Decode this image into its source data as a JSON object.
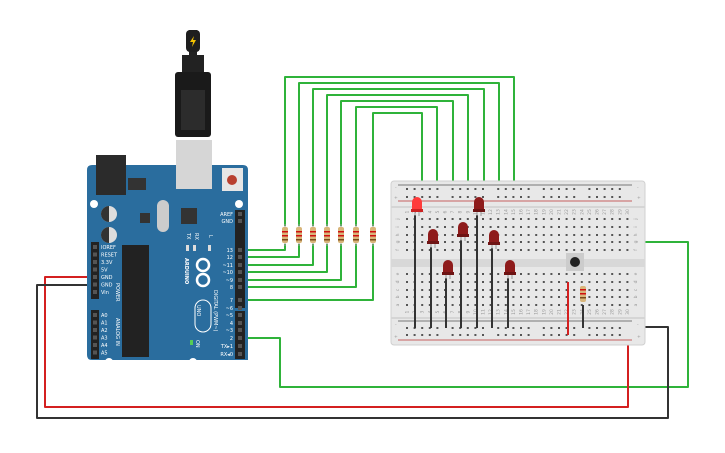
{
  "canvas": {
    "background": "#ffffff"
  },
  "arduino": {
    "brand": "ARDUINO",
    "model": "UNO",
    "board_color": "#2a6d9e",
    "digital_header_label": "DIGITAL (PWM~)",
    "digital_pins": [
      "AREF",
      "GND",
      "13",
      "12",
      "~11",
      "~10",
      "~9",
      "8",
      "7",
      "~6",
      "~5",
      "4",
      "~3",
      "2",
      "TX▸1",
      "RX◂0"
    ],
    "power_header_label": "POWER",
    "power_pins": [
      "IOREF",
      "RESET",
      "3.3V",
      "5V",
      "GND",
      "GND",
      "Vin"
    ],
    "analog_header_label": "ANALOG IN",
    "analog_pins": [
      "A0",
      "A1",
      "A2",
      "A3",
      "A4",
      "A5"
    ],
    "led_labels": {
      "tx": "TX",
      "rx": "RX",
      "l": "L",
      "on": "ON"
    }
  },
  "breadboard": {
    "row_labels_top": [
      "j",
      "i",
      "h",
      "g",
      "f"
    ],
    "row_labels_bottom": [
      "e",
      "d",
      "c",
      "b",
      "a"
    ],
    "column_numbers": [
      "1",
      "2",
      "3",
      "4",
      "5",
      "6",
      "7",
      "8",
      "9",
      "10",
      "11",
      "12",
      "13",
      "14",
      "15",
      "16",
      "17",
      "18",
      "19",
      "20",
      "21",
      "22",
      "23",
      "24",
      "25",
      "26",
      "27",
      "28",
      "29",
      "30"
    ],
    "rail_plus": "+",
    "rail_minus": "-"
  },
  "components": {
    "leds": {
      "count": 7,
      "color": "#8e1b1b",
      "lit_color": "#ff3b3b",
      "lit_index": 0
    },
    "resistors": {
      "count": 8
    },
    "pushbutton": {
      "count": 1
    }
  },
  "wire_colors": {
    "signal": "#2fb33a",
    "power": "#d42020",
    "ground": "#333333"
  }
}
